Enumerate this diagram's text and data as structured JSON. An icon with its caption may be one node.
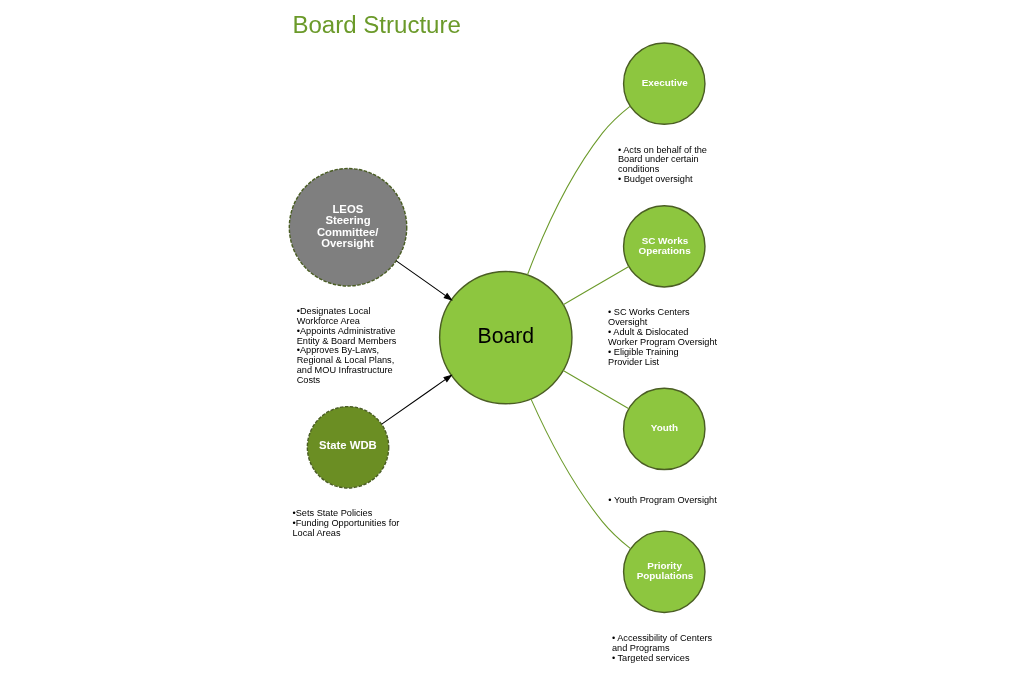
{
  "diagram": {
    "title": "Board Structure",
    "nodes": [
      {
        "text": [
          "Board"
        ]
      },
      {
        "text": [
          "LEOS Steering Committee/ Oversight"
        ],
        "beside": [
          "•Designates Local Workforce Area",
          "•Appoints Administrative Entity & Board Members",
          "•Approves By-Laws, Regional & Local Plans, and MOU Infrastructure Costs"
        ]
      },
      {
        "text": [
          "State WDB"
        ],
        "beside": [
          "•Sets State Policies",
          "•Funding Opportunities for Local Areas"
        ]
      },
      {
        "text": [
          "Executive"
        ],
        "beside": [
          "• Acts on behalf of the Board under certain conditions",
          "• Budget oversight"
        ]
      },
      {
        "text": [
          "SC Works Operations"
        ],
        "beside": [
          "• SC Works Centers Oversight",
          "• Adult & Dislocated Worker Program Oversight",
          "• Eligible Training Provider List"
        ]
      },
      {
        "text": [
          "Youth"
        ],
        "beside": [
          "• Youth Program Oversight"
        ]
      },
      {
        "text": [
          "Priority Populations"
        ],
        "beside": [
          "• Accessibility of Centers and Programs",
          "• Targeted services"
        ]
      }
    ],
    "edges": [
      {
        "from": 1,
        "to": 0,
        "arrow": "to",
        "color": "#000000"
      },
      {
        "from": 2,
        "to": 0,
        "arrow": "to",
        "color": "#000000"
      },
      {
        "from": 0,
        "to": 3,
        "arrow": "none",
        "color": "#6b9a2a"
      },
      {
        "from": 0,
        "to": 4,
        "arrow": "none",
        "color": "#6b9a2a"
      },
      {
        "from": 0,
        "to": 5,
        "arrow": "none",
        "color": "#6b9a2a"
      },
      {
        "from": 0,
        "to": 6,
        "arrow": "none",
        "color": "#6b9a2a"
      }
    ]
  }
}
